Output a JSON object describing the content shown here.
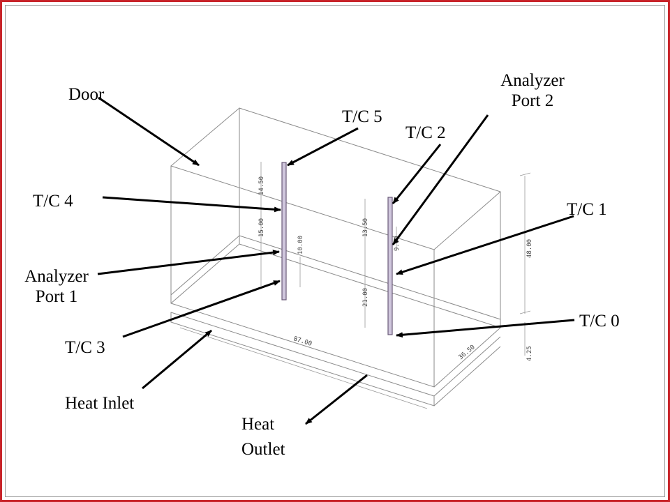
{
  "labels": {
    "door": "Door",
    "analyzer_port_2": [
      "Analyzer",
      "Port 2"
    ],
    "tc5": "T/C 5",
    "tc2": "T/C 2",
    "tc4": "T/C 4",
    "tc1": "T/C 1",
    "analyzer_port_1": [
      "Analyzer",
      "Port 1"
    ],
    "tc0": "T/C 0",
    "tc3": "T/C 3",
    "heat_inlet": "Heat Inlet",
    "heat_outlet": [
      "Heat",
      "Outlet"
    ]
  },
  "dimensions": {
    "length": "87.00",
    "depth": "36.50",
    "height": "48.00",
    "floor": "4.25",
    "left_top_gap": "14.50",
    "left_mid_gap": "15.00",
    "left_low_gap": "10.00",
    "right_top_gap": "13.50",
    "right_port_gap": "9.00",
    "right_low_gap": "21.00"
  },
  "colors": {
    "frame": "#c8242a",
    "line": "#7a7a7a",
    "arrow": "#000000",
    "probe": "#6a5a78"
  }
}
